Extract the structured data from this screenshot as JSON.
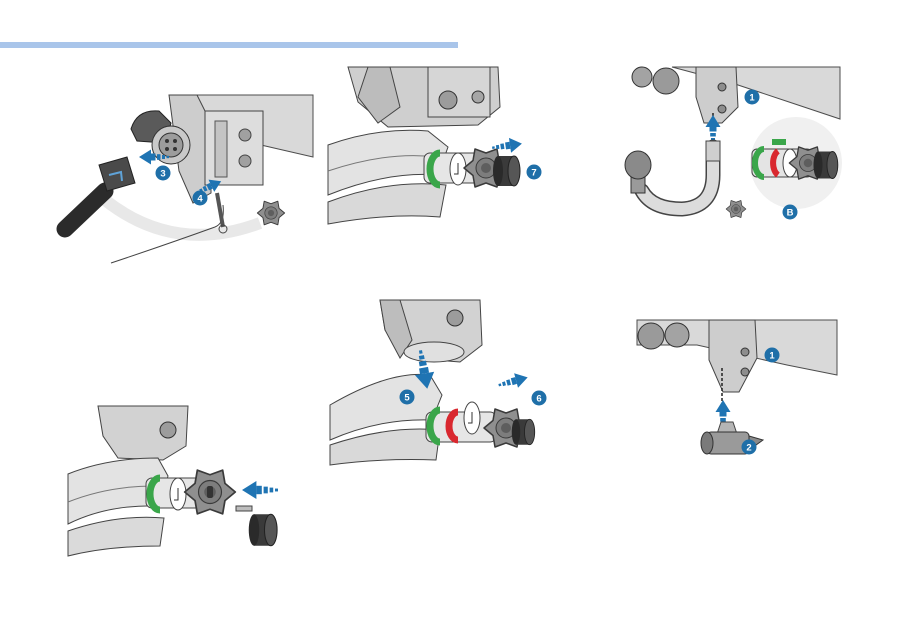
{
  "page": {
    "accent_line_color": "#a9c5ea"
  },
  "colors": {
    "badge": "#1f6fa8",
    "arrow": "#1f74b3",
    "ring_green": "#3aa64a",
    "ring_red": "#d9282f"
  },
  "figures": [
    {
      "badges": [
        "3",
        "4"
      ]
    },
    {
      "badges": [
        "7"
      ]
    },
    {
      "badges": [
        "1",
        "B"
      ]
    },
    {
      "badges": []
    },
    {
      "badges": [
        "5",
        "6"
      ]
    },
    {
      "badges": [
        "1",
        "2"
      ]
    }
  ]
}
